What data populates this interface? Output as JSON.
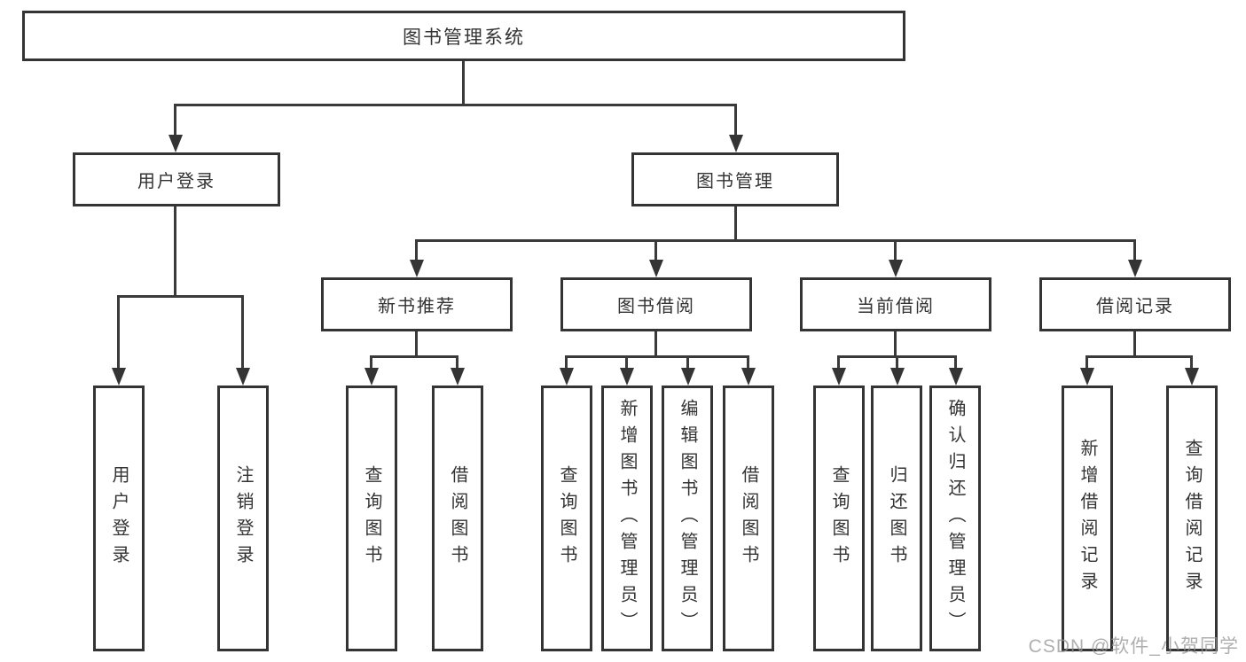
{
  "diagram": {
    "root_label": "图书管理系统",
    "branches": [
      {
        "label": "用户登录",
        "children": [
          "用户登录",
          "注销登录"
        ]
      },
      {
        "label": "图书管理",
        "sections": [
          {
            "label": "新书推荐",
            "children": [
              "查询图书",
              "借阅图书"
            ]
          },
          {
            "label": "图书借阅",
            "children": [
              "查询图书",
              "新增图书（管理员）",
              "编辑图书（管理员）",
              "借阅图书"
            ]
          },
          {
            "label": "当前借阅",
            "children": [
              "查询图书",
              "归还图书",
              "确认归还（管理员）"
            ]
          },
          {
            "label": "借阅记录",
            "children": [
              "新增借阅记录",
              "查询借阅记录"
            ]
          }
        ]
      }
    ]
  },
  "watermark": {
    "text": "CSDN @软件_小贺同学"
  },
  "colors": {
    "line": "#3a3a3a",
    "box_border": "#343434",
    "text": "#333333",
    "background": "#ffffff",
    "watermark": "#949494"
  }
}
